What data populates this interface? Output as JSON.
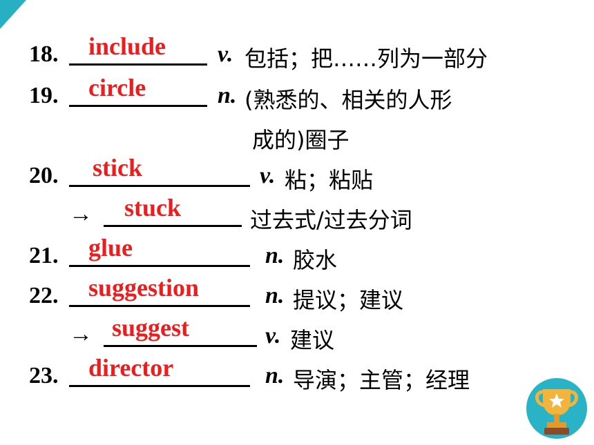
{
  "entries": [
    {
      "number": "18.",
      "answer": "include",
      "pos": "v.",
      "definition": "包括；把……列为一部分"
    },
    {
      "number": "19.",
      "answer": "circle",
      "pos": "n.",
      "definition": "(熟悉的、相关的人形",
      "definition_cont": "成的)圈子"
    },
    {
      "number": "20.",
      "answer": "stick",
      "pos": "v.",
      "definition": "粘；粘贴",
      "derived": {
        "arrow": "→",
        "answer": "stuck",
        "definition": "过去式/过去分词"
      }
    },
    {
      "number": "21.",
      "answer": "glue",
      "pos": "n.",
      "definition": "胶水"
    },
    {
      "number": "22.",
      "answer": "suggestion",
      "pos": "n.",
      "definition": "提议；建议",
      "derived": {
        "arrow": "→",
        "answer": "suggest",
        "pos": "v.",
        "definition": "建议"
      }
    },
    {
      "number": "23.",
      "answer": "director",
      "pos": "n.",
      "definition": "导演；主管；经理"
    }
  ],
  "decor": {
    "corner_color": "#27b0c4",
    "trophy_icon": "trophy-icon"
  }
}
